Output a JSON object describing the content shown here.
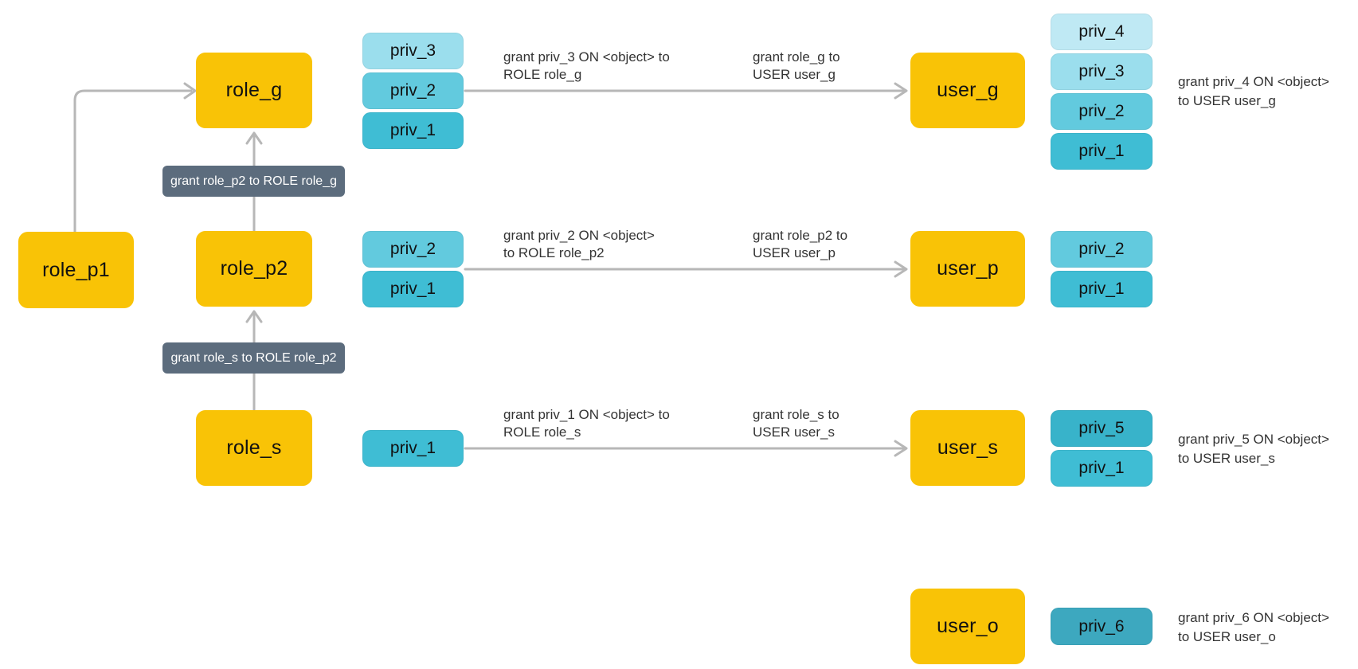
{
  "palette": {
    "node_yellow": "#F9C306",
    "priv_1": "#3FBDD4",
    "priv_2": "#62CADE",
    "priv_3": "#9BDEED",
    "priv_4": "#BFE9F4",
    "priv_5": "#38B3CA",
    "priv_6": "#3DA8BF",
    "grant_label_bg": "#5C6C7D",
    "grant_label_text": "#FFFFFF",
    "arrow": "#B7B7B7",
    "annotation_text": "#333333"
  },
  "nodes": {
    "role_p1": "role_p1",
    "role_g": "role_g",
    "role_p2": "role_p2",
    "role_s": "role_s",
    "user_g": "user_g",
    "user_p": "user_p",
    "user_s": "user_s",
    "user_o": "user_o"
  },
  "priv_stacks": {
    "role_g": [
      "priv_3",
      "priv_2",
      "priv_1"
    ],
    "role_p2": [
      "priv_2",
      "priv_1"
    ],
    "role_s": [
      "priv_1"
    ],
    "user_g": [
      "priv_4",
      "priv_3",
      "priv_2",
      "priv_1"
    ],
    "user_p": [
      "priv_2",
      "priv_1"
    ],
    "user_s": [
      "priv_5",
      "priv_1"
    ],
    "user_o": [
      "priv_6"
    ]
  },
  "grant_labels": {
    "role_p2_to_role_g": "grant role_p2 to ROLE role_g",
    "role_s_to_role_p2": "grant role_s to ROLE role_p2"
  },
  "annotations": {
    "row1_left": [
      "grant priv_3 ON <object> to",
      "ROLE role_g"
    ],
    "row1_mid": [
      "grant role_g to",
      "USER user_g"
    ],
    "row1_right": [
      "grant priv_4 ON <object>",
      "to USER user_g"
    ],
    "row2_left": [
      "grant priv_2 ON <object>",
      "to ROLE role_p2"
    ],
    "row2_mid": [
      "grant role_p2 to",
      "USER user_p"
    ],
    "row3_left": [
      "grant priv_1 ON <object> to",
      "ROLE role_s"
    ],
    "row3_mid": [
      "grant role_s to",
      "USER user_s"
    ],
    "row3_right": [
      "grant priv_5 ON <object>",
      "to USER user_s"
    ],
    "row4_right": [
      "grant priv_6 ON <object>",
      "to USER user_o"
    ]
  }
}
